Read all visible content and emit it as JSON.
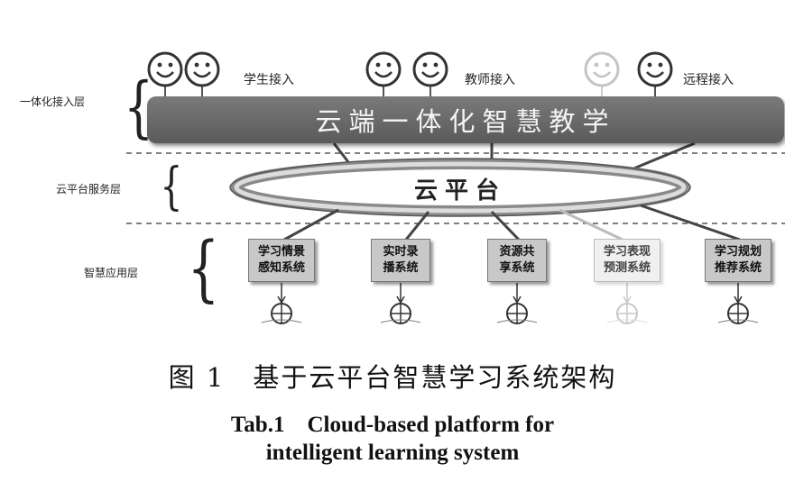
{
  "layers": {
    "access": "一体化接入层",
    "service": "云平台服务层",
    "application": "智慧应用层"
  },
  "access_groups": [
    {
      "label": "学生接入",
      "faded_face": false
    },
    {
      "label": "教师接入",
      "faded_face": false
    },
    {
      "label": "远程接入",
      "faded_face": true
    }
  ],
  "banner": "云端一体化智慧教学",
  "cloud": "云平台",
  "apps": [
    {
      "line1": "学习情景",
      "line2": "感知系统",
      "faded": false
    },
    {
      "line1": "实时录",
      "line2": "播系统",
      "faded": false
    },
    {
      "line1": "资源共",
      "line2": "享系统",
      "faded": false
    },
    {
      "line1": "学习表现",
      "line2": "预测系统",
      "faded": true
    },
    {
      "line1": "学习规划",
      "line2": "推荐系统",
      "faded": false
    }
  ],
  "caption": {
    "cn": "图 1　基于云平台智慧学习系统架构",
    "en_line1": "Tab.1　Cloud-based platform for",
    "en_line2": "intelligent learning system"
  },
  "colors": {
    "banner": "#6a6a6a",
    "app_box": "#c8c8c8",
    "faded": "#bbbbbb"
  }
}
